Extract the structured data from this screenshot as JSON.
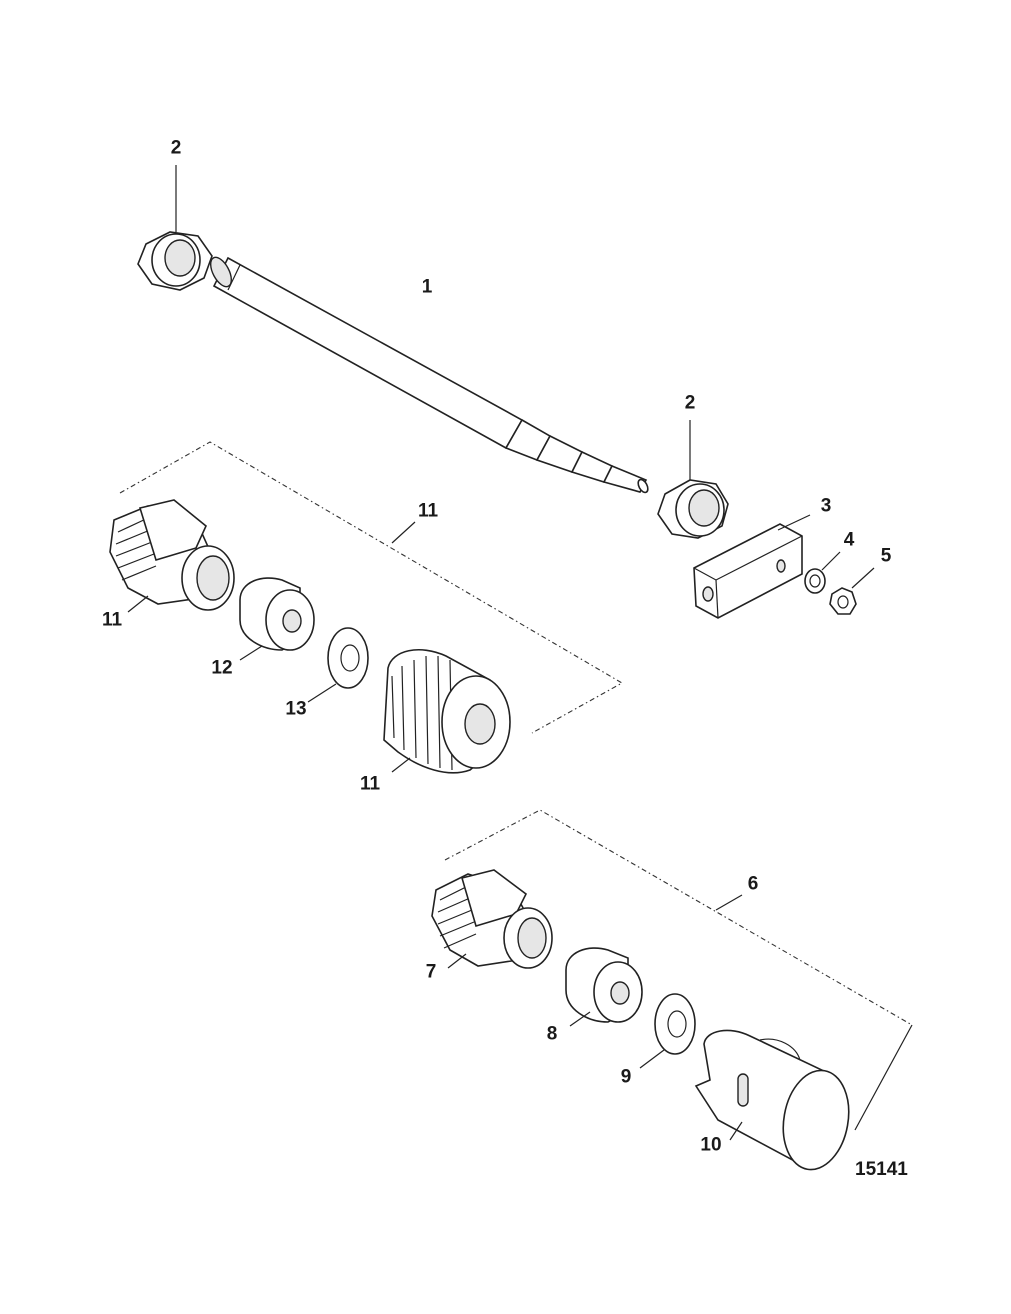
{
  "diagram": {
    "figure_number": "15141",
    "callouts": [
      {
        "id": "c1",
        "label": "1"
      },
      {
        "id": "c2a",
        "label": "2"
      },
      {
        "id": "c2b",
        "label": "2"
      },
      {
        "id": "c3",
        "label": "3"
      },
      {
        "id": "c4",
        "label": "4"
      },
      {
        "id": "c5",
        "label": "5"
      },
      {
        "id": "c6",
        "label": "6"
      },
      {
        "id": "c7",
        "label": "7"
      },
      {
        "id": "c8",
        "label": "8"
      },
      {
        "id": "c9",
        "label": "9"
      },
      {
        "id": "c10",
        "label": "10"
      },
      {
        "id": "c11a",
        "label": "11"
      },
      {
        "id": "c11b",
        "label": "11"
      },
      {
        "id": "c11c",
        "label": "11"
      },
      {
        "id": "c12",
        "label": "12"
      },
      {
        "id": "c13",
        "label": "13"
      }
    ]
  }
}
